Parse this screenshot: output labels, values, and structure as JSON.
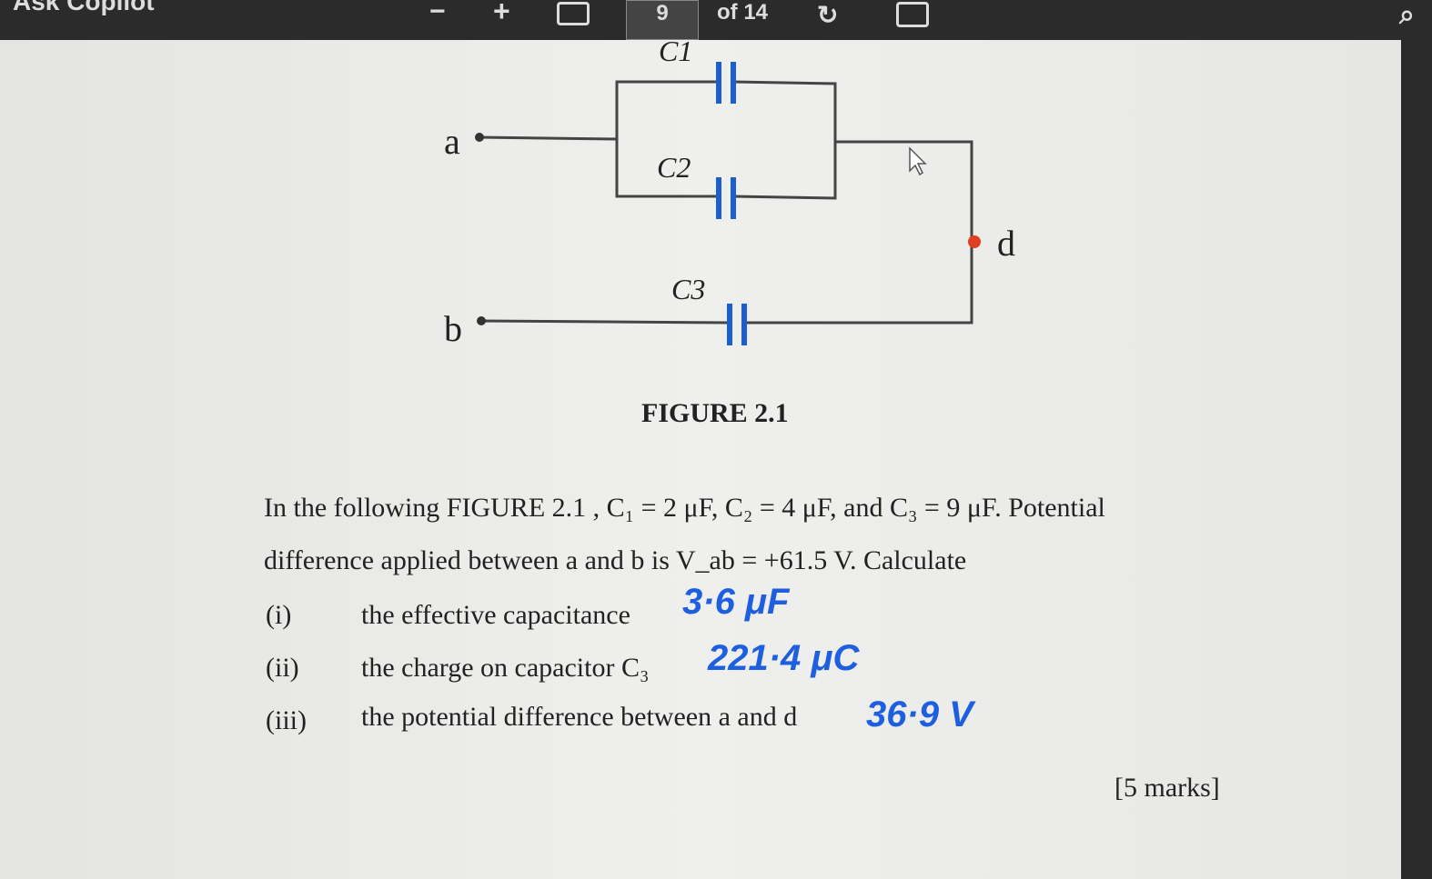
{
  "toolbar": {
    "app_label": "Ask Copilot",
    "zoom_out": "−",
    "zoom_in": "+",
    "page_current": "9",
    "page_total": "of 14"
  },
  "figure": {
    "labels": {
      "a": "a",
      "b": "b",
      "d": "d",
      "c1": "C1",
      "c2": "C2",
      "c3": "C3"
    },
    "caption": "FIGURE 2.1"
  },
  "question": {
    "line1": "In the following FIGURE 2.1 , C₁ = 2 μF, C₂ = 4 μF, and C₃ = 9 μF. Potential",
    "line2": "difference applied between a and b is V_ab = +61.5 V. Calculate",
    "items": [
      {
        "num": "(i)",
        "text": "the effective capacitance",
        "answer": "3·6 μF"
      },
      {
        "num": "(ii)",
        "text": "the charge on  capacitor C₃",
        "answer": "221·4 μC"
      },
      {
        "num": "(iii)",
        "text": "the potential difference between a and d",
        "answer": "36·9 V"
      }
    ],
    "marks": "[5 marks]"
  },
  "colors": {
    "capacitor": "#1a5fd0",
    "node_d": "#e04020",
    "handwriting": "#1e5fe0"
  }
}
